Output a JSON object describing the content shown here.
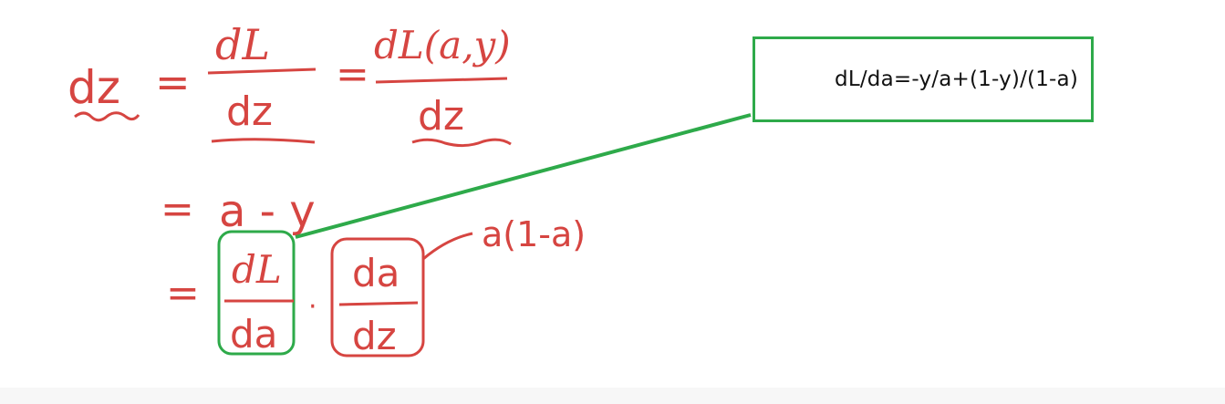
{
  "colors": {
    "ink_red": "#d64541",
    "ink_green": "#2eaa4a",
    "text": "#111111",
    "background": "#ffffff"
  },
  "handwriting": {
    "line1": {
      "lhs": "dz",
      "eq1": "=",
      "frac1_num": "dL",
      "frac1_den": "dz",
      "eq2": "=",
      "frac2_num": "dL(a,y)",
      "frac2_den": "dz"
    },
    "line2": {
      "eq": "=",
      "expr": "a - y"
    },
    "line3": {
      "eq": "=",
      "frac1_num": "dL",
      "frac1_den": "da",
      "dot": "·",
      "frac2_num": "da",
      "frac2_den": "dz",
      "note": "a(1-a)"
    }
  },
  "annotation": {
    "text": "dL/da=-y/a+(1-y)/(1-a)"
  }
}
